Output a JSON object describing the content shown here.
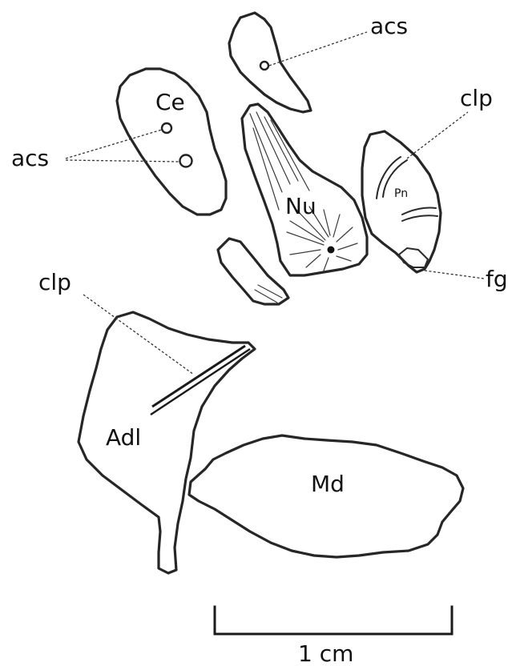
{
  "labels": {
    "acs_top": "acs",
    "acs_left": "acs",
    "ce": "Ce",
    "clp_right": "clp",
    "pn": "Pn",
    "nu": "Nu",
    "fg": "fg",
    "clp_left": "clp",
    "adl": "Adl",
    "md": "Md"
  },
  "scale_bar": {
    "label": "1 cm"
  }
}
